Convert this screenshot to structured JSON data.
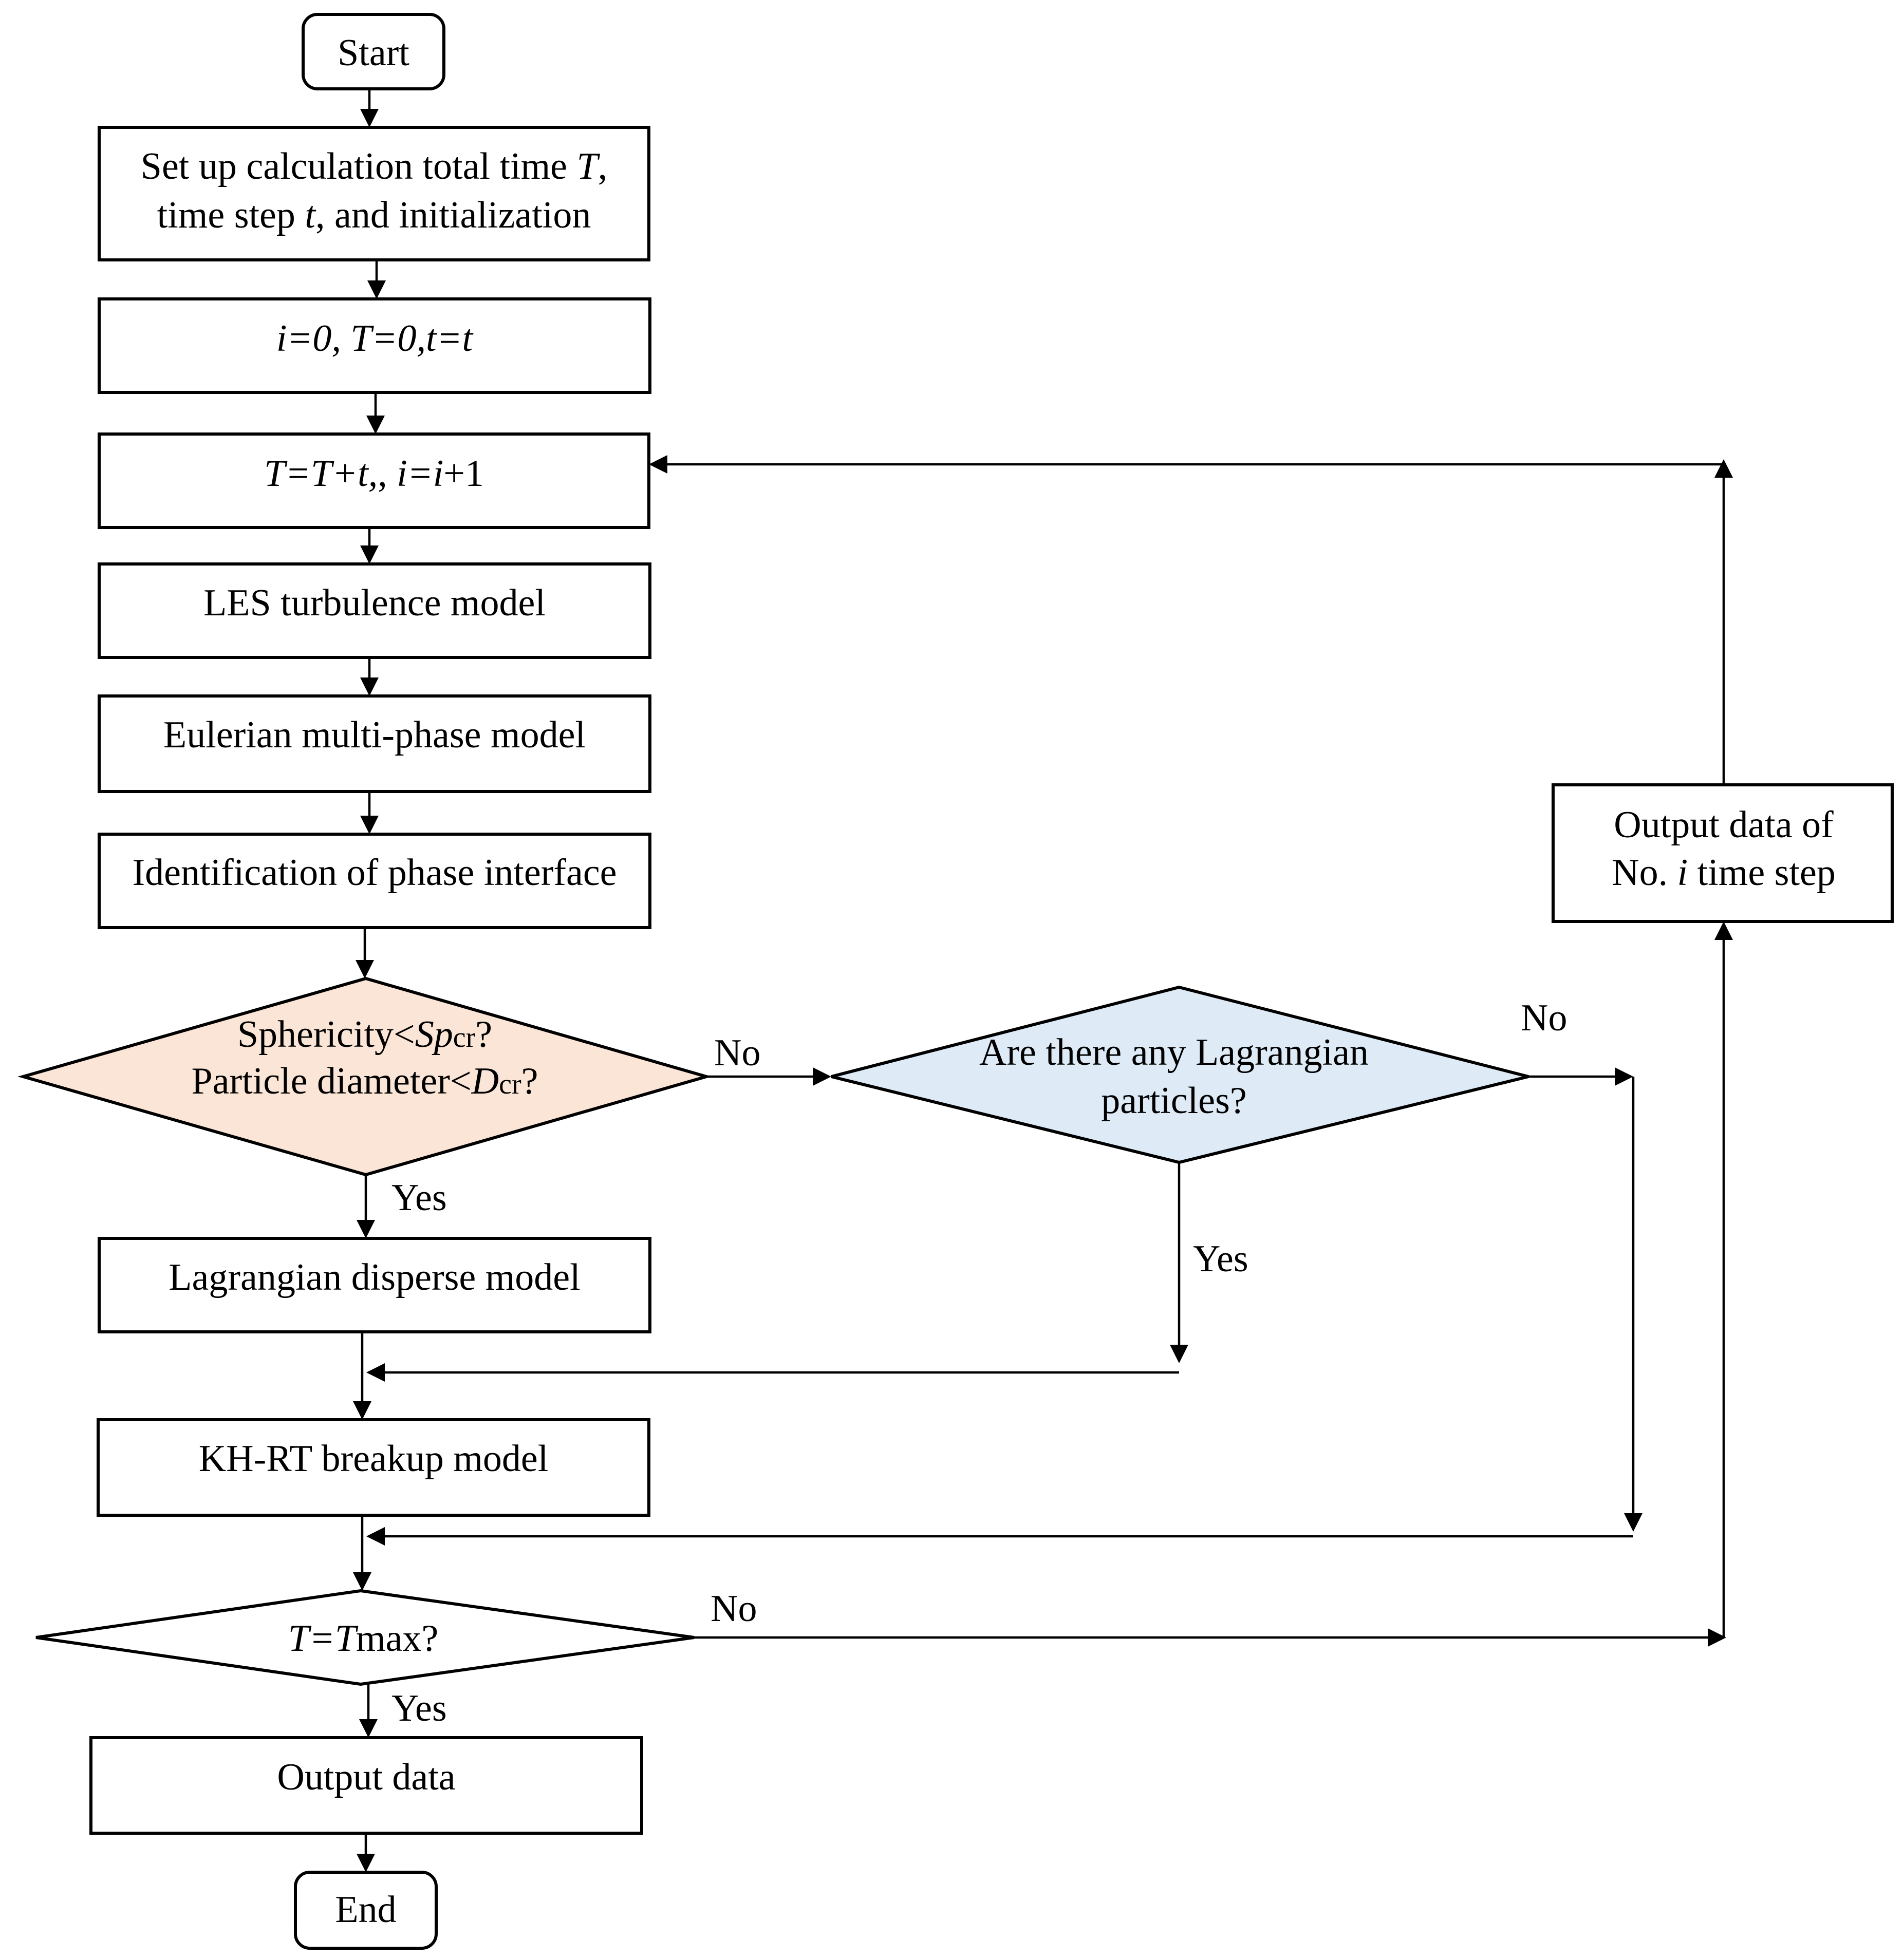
{
  "colors": {
    "stroke": "#000000",
    "box_fill": "#ffffff",
    "decision_particle_fill": "#fbe5d6",
    "decision_lagrangian_fill": "#deebf7",
    "decision_time_fill": "#ffffff",
    "text": "#000000"
  },
  "flowchart": {
    "start": {
      "label": "Start"
    },
    "setup": {
      "line1_pre": "Set up calculation total time ",
      "line1_var": "T",
      "line1_post": ",",
      "line2_pre": "time step ",
      "line2_var": "t",
      "line2_post": ", and initialization"
    },
    "init": {
      "label": "i=0, T=0,t=t"
    },
    "increment": {
      "part1": "T=T+t,",
      "part2": ", ",
      "part3": "i=i",
      "part4": "+1"
    },
    "les": {
      "label": "LES  turbulence model"
    },
    "eulerian": {
      "label": "Eulerian multi-phase model"
    },
    "interface": {
      "label": "Identification of phase interface"
    },
    "decision_particle": {
      "line1_pre": "Sphericity<",
      "line1_var": "Sp",
      "line1_sub": "cr",
      "line1_post": "?",
      "line2_pre": "Particle diameter<",
      "line2_var": "D",
      "line2_sub": "cr",
      "line2_post": "?"
    },
    "decision_lagrangian": {
      "line1": "Are there any Lagrangian",
      "line2": "particles?"
    },
    "lagrangian_model": {
      "label": "Lagrangian  disperse model"
    },
    "khrt": {
      "label": "KH-RT  breakup model"
    },
    "decision_time": {
      "var": "T=T",
      "post": "max?"
    },
    "output": {
      "label": "Output data"
    },
    "end": {
      "label": "End"
    },
    "output_step": {
      "line1": "Output data of",
      "line2_pre": "No. ",
      "line2_var": "i",
      "line2_post": " time step"
    },
    "edge_labels": {
      "particle_no": "No",
      "particle_yes": "Yes",
      "lagrangian_no": "No",
      "lagrangian_yes": "Yes",
      "time_no": "No",
      "time_yes": "Yes"
    }
  }
}
